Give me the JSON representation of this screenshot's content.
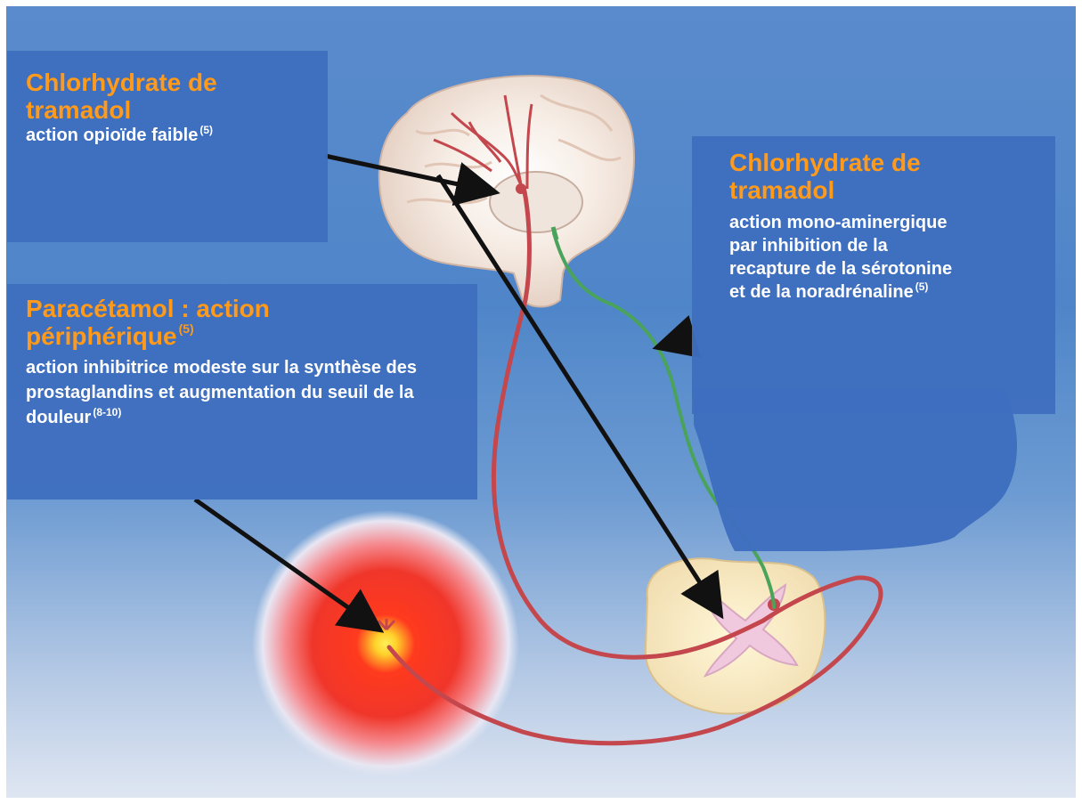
{
  "colors": {
    "title_orange": "#ff9a1a",
    "box_blue": "#3e6ebe",
    "nerve_red": "#c4474d",
    "nerve_green": "#4aa35a",
    "arrow_black": "#111111"
  },
  "tramadol_opioid": {
    "title": "Chlorhydrate de tramadol",
    "text": "action opioïde faible",
    "ref": "(5)"
  },
  "tramadol_monoaminergic": {
    "title": "Chlorhydrate de tramadol",
    "text": "action mono-aminergique par inhibition de la recapture de la sérotonine et de la noradrénaline",
    "ref": "(5)"
  },
  "paracetamol": {
    "title": "Paracétamol : action périphérique",
    "title_ref": "(5)",
    "text": "action inhibitrice modeste sur la synthèse des prostaglandins et augmentation du seuil de la douleur",
    "ref": "(8-10)"
  },
  "icons": {
    "brain": "brain-icon",
    "spinal_cord": "spinal-cord-section-icon",
    "pain_site": "pain-site-icon"
  }
}
